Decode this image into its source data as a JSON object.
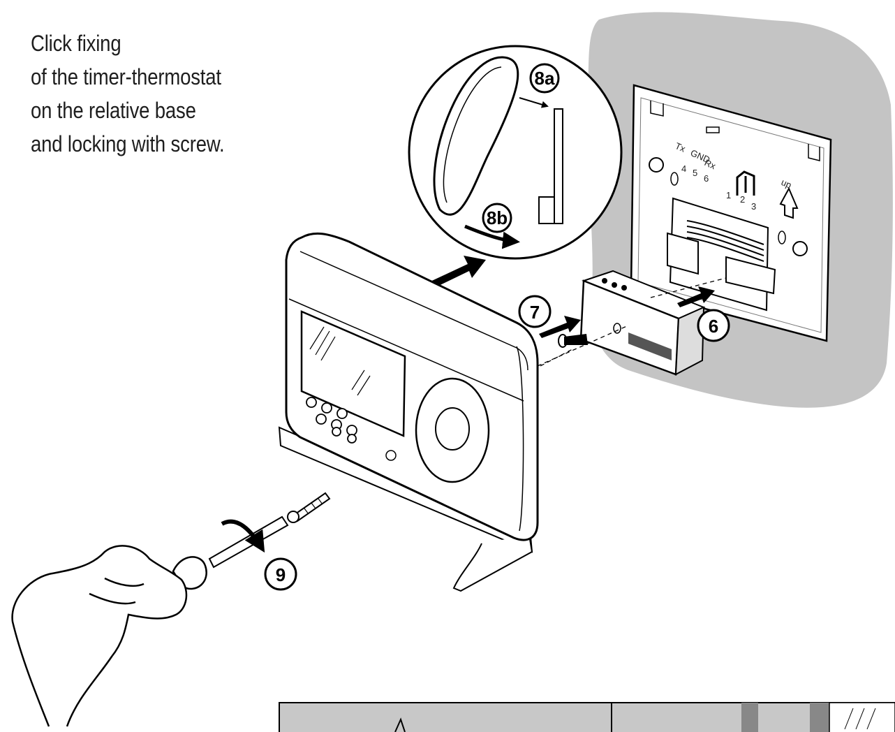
{
  "caption": {
    "line1": "Click fixing",
    "line2": "of the timer-thermostat",
    "line3": "on the relative base",
    "line4": "and locking with screw."
  },
  "steps": {
    "s6": "6",
    "s7": "7",
    "s8a": "8a",
    "s8b": "8b",
    "s9": "9"
  },
  "terminals": {
    "tx": "Tx",
    "gnd": "GND",
    "rx": "Rx",
    "n4": "4",
    "n5": "5",
    "n6": "6",
    "n1": "1",
    "n2": "2",
    "n3": "3",
    "up": "up"
  }
}
